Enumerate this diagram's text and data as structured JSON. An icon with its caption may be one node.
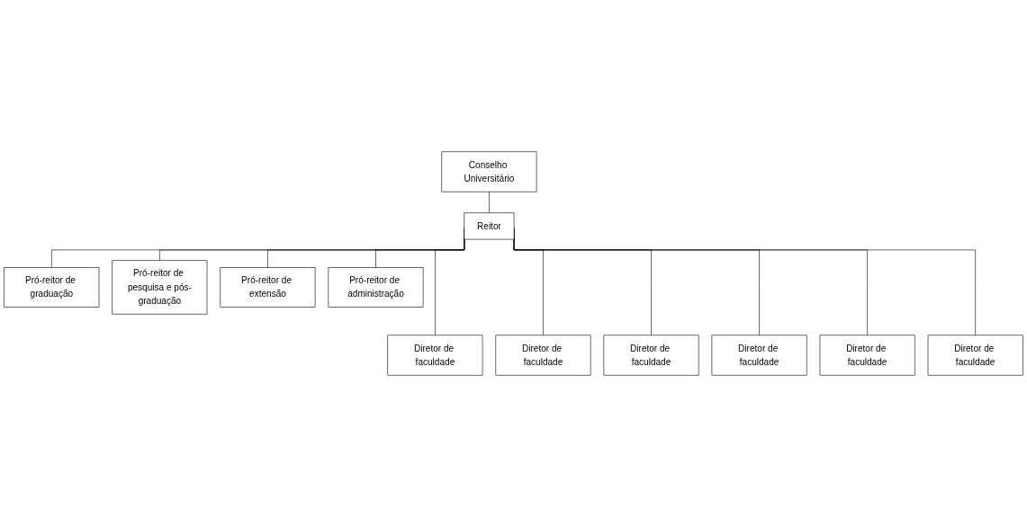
{
  "diagram": {
    "nodes": [
      {
        "text": [
          "Conselho Universitário"
        ]
      },
      {
        "text": [
          "Reitor"
        ]
      },
      {
        "text": [
          "Pró-reitor de graduação"
        ]
      },
      {
        "text": [
          "Pró-reitor de pesquisa e pós-graduação"
        ]
      },
      {
        "text": [
          "Pró-reitor de extensão"
        ]
      },
      {
        "text": [
          "Pró-reitor de administração"
        ]
      },
      {
        "text": [
          "Diretor de faculdade"
        ]
      },
      {
        "text": [
          "Diretor de faculdade"
        ]
      },
      {
        "text": [
          "Diretor de faculdade"
        ]
      },
      {
        "text": [
          "Diretor de faculdade"
        ]
      },
      {
        "text": [
          "Diretor de faculdade"
        ]
      },
      {
        "text": [
          "Diretor de faculdade"
        ]
      }
    ],
    "edges": [
      {
        "from": 0,
        "to": 1,
        "arrow": "none"
      },
      {
        "from": 1,
        "to": 2,
        "arrow": "none"
      },
      {
        "from": 1,
        "to": 3,
        "arrow": "none"
      },
      {
        "from": 1,
        "to": 4,
        "arrow": "none"
      },
      {
        "from": 1,
        "to": 5,
        "arrow": "none"
      },
      {
        "from": 1,
        "to": 6,
        "arrow": "none"
      },
      {
        "from": 1,
        "to": 7,
        "arrow": "none"
      },
      {
        "from": 1,
        "to": 8,
        "arrow": "none"
      },
      {
        "from": 1,
        "to": 9,
        "arrow": "none"
      },
      {
        "from": 1,
        "to": 10,
        "arrow": "none"
      },
      {
        "from": 1,
        "to": 11,
        "arrow": "none"
      }
    ]
  }
}
